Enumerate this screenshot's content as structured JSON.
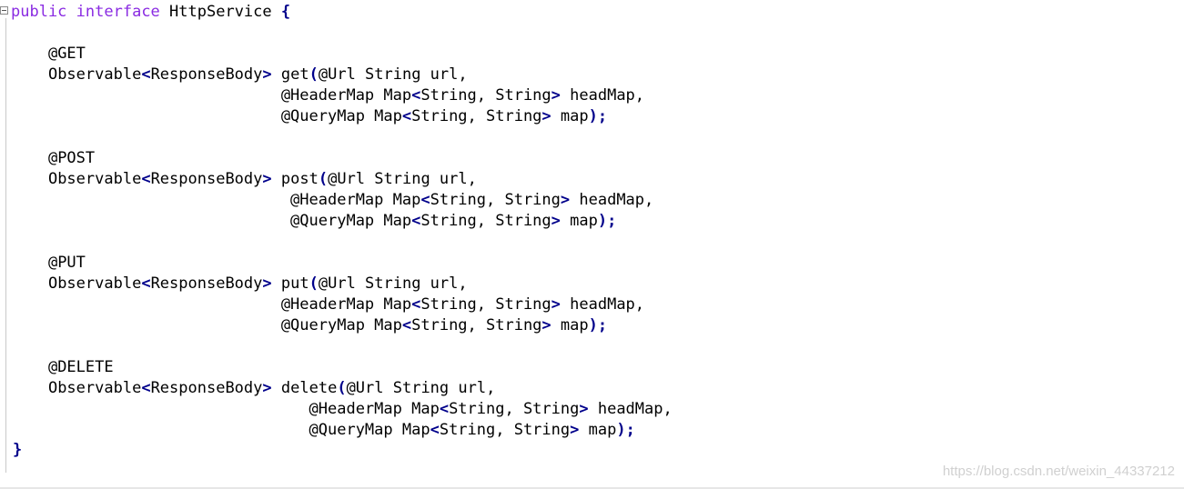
{
  "code": {
    "line1_kw1": "public",
    "line1_kw2": "interface",
    "line1_name": "HttpService",
    "line1_brace": "{",
    "get_ann": "@GET",
    "get_sig_prefix": "Observable",
    "get_sig_lt": "<",
    "get_sig_type": "ResponseBody",
    "get_sig_gt": ">",
    "get_method": "get",
    "get_paren_open": "(",
    "get_p1": "@Url String url,",
    "get_p2_a": "@HeaderMap Map",
    "get_p2_lt": "<",
    "get_p2_b": "String, String",
    "get_p2_gt": ">",
    "get_p2_c": " headMap,",
    "get_p3_a": "@QueryMap Map",
    "get_p3_lt": "<",
    "get_p3_b": "String, String",
    "get_p3_gt": ">",
    "get_p3_c": " map",
    "get_p3_end": ");",
    "post_ann": "@POST",
    "post_method": "post",
    "put_ann": "@PUT",
    "put_method": "put",
    "delete_ann": "@DELETE",
    "delete_method": "delete",
    "closing_brace": "}"
  },
  "watermark": "https://blog.csdn.net/weixin_44337212",
  "colors": {
    "keyword": "#8a2be2",
    "bracket": "#00008b",
    "text": "#000000"
  }
}
